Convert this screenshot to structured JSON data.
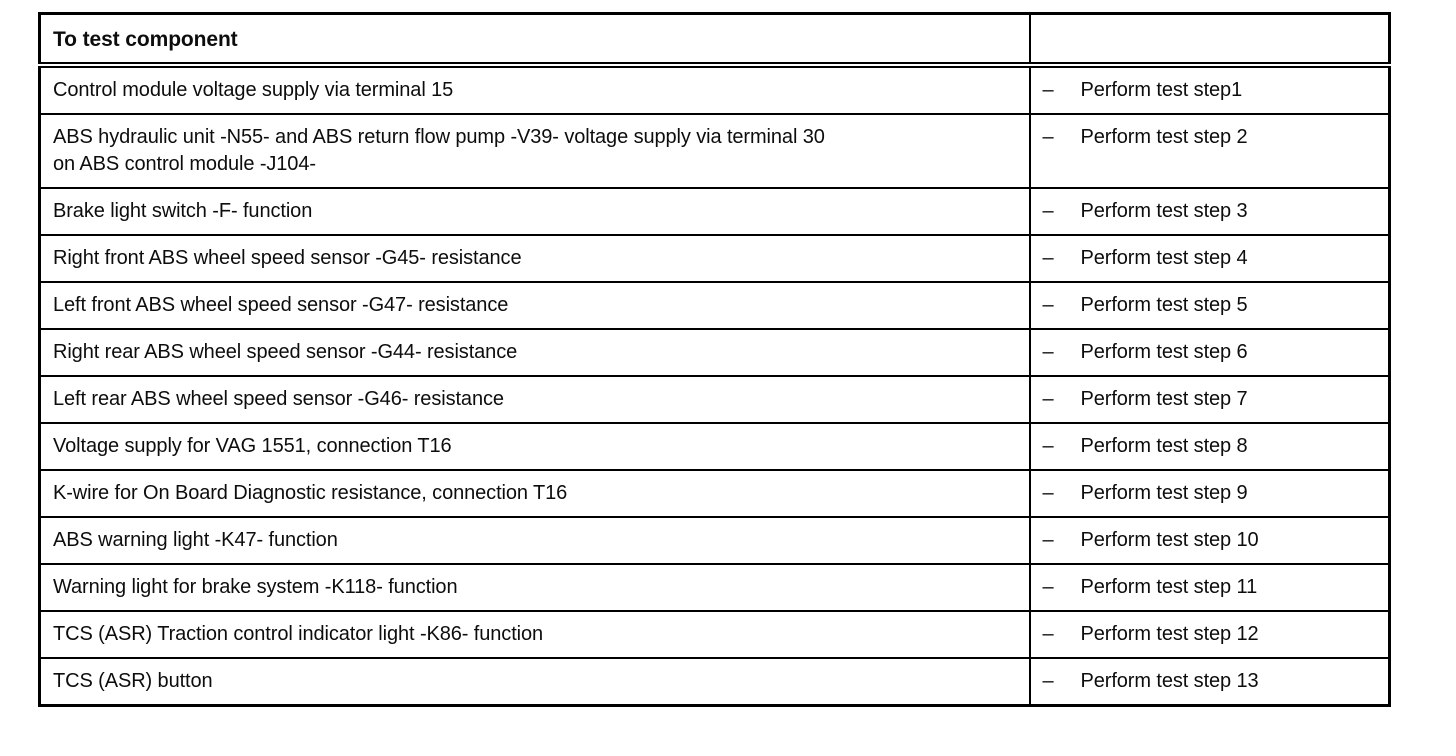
{
  "page": {
    "background": "#ffffff",
    "border_color": "#000000",
    "text_color": "#0d0d0d"
  },
  "table": {
    "dash": "–",
    "header": {
      "component": "To test component",
      "action": ""
    },
    "rows": [
      {
        "component": "Control module voltage supply via terminal 15",
        "action": "Perform test step1"
      },
      {
        "component": "ABS hydraulic unit -N55- and ABS return flow pump -V39- voltage supply via terminal 30\non ABS control module -J104-",
        "action": "Perform test step 2"
      },
      {
        "component": "Brake light switch -F- function",
        "action": "Perform test step 3"
      },
      {
        "component": "Right front ABS wheel speed sensor -G45- resistance",
        "action": "Perform test step 4"
      },
      {
        "component": "Left front ABS wheel speed sensor -G47- resistance",
        "action": "Perform test step 5"
      },
      {
        "component": "Right rear ABS wheel speed sensor -G44- resistance",
        "action": "Perform test step 6"
      },
      {
        "component": "Left rear ABS wheel speed sensor -G46- resistance",
        "action": "Perform test step 7"
      },
      {
        "component": "Voltage supply for VAG 1551, connection T16",
        "action": "Perform test step 8"
      },
      {
        "component": "K-wire for On Board Diagnostic resistance, connection T16",
        "action": "Perform test step 9"
      },
      {
        "component": "ABS warning light -K47- function",
        "action": "Perform test step 10"
      },
      {
        "component": "Warning light for brake system -K118- function",
        "action": "Perform test step 11"
      },
      {
        "component": "TCS (ASR) Traction control indicator light -K86- function",
        "action": "Perform test step 12"
      },
      {
        "component": "TCS (ASR) button",
        "action": "Perform test step 13"
      }
    ]
  }
}
